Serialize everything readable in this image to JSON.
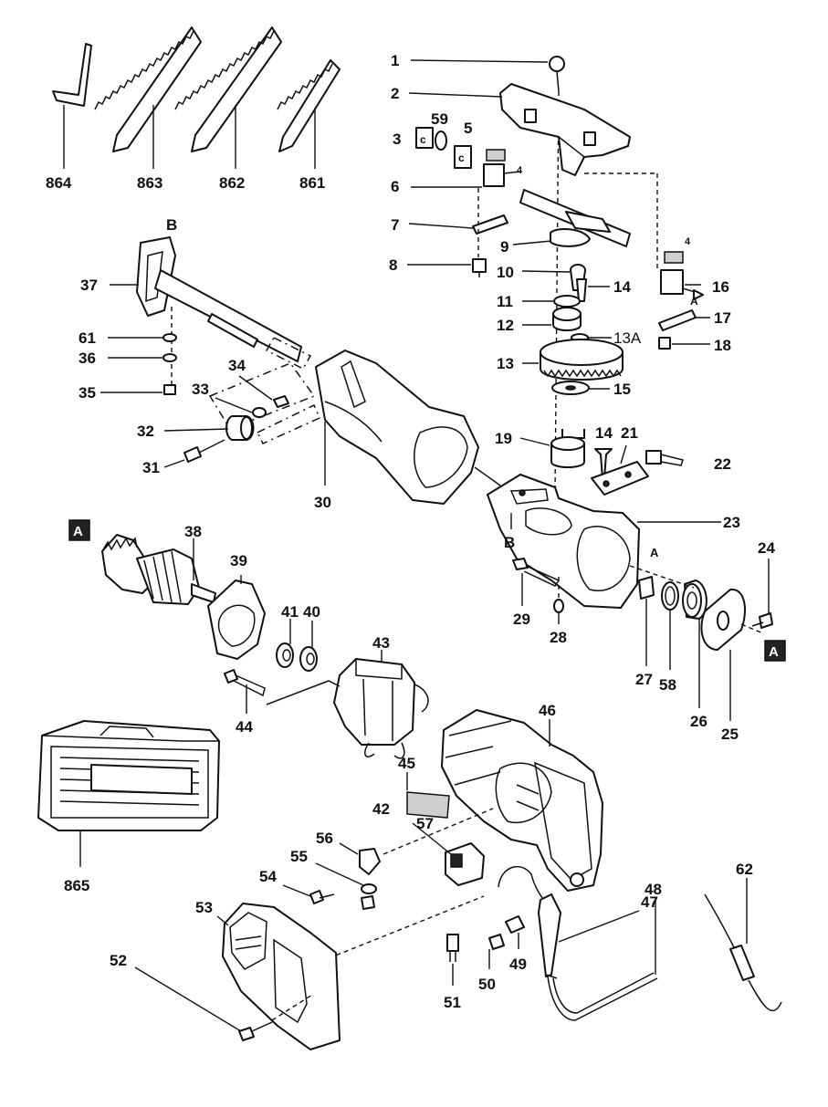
{
  "labels": {
    "l864": "864",
    "l863": "863",
    "l862": "862",
    "l861": "861",
    "l1": "1",
    "l2": "2",
    "l3": "3",
    "l59": "59",
    "l5": "5",
    "l4a": "4",
    "l6": "6",
    "l7": "7",
    "l8": "8",
    "l9": "9",
    "l4b": "4",
    "l16": "16",
    "l10": "10",
    "l14a": "14",
    "l11": "11",
    "l12": "12",
    "l13A": "13A",
    "l17": "17",
    "l18": "18",
    "l13": "13",
    "l15": "15",
    "lB1": "B",
    "l37": "37",
    "l61": "61",
    "l36": "36",
    "l35": "35",
    "l34": "34",
    "l33": "33",
    "l32": "32",
    "l31": "31",
    "l30": "30",
    "l19": "19",
    "l14b": "14",
    "l21": "21",
    "l22": "22",
    "l23": "23",
    "lB2": "B",
    "lA1": "A",
    "l24": "24",
    "lA2": "A",
    "l38": "38",
    "l39": "39",
    "l41": "41",
    "l40": "40",
    "l29": "29",
    "l28": "28",
    "l27": "27",
    "l58": "58",
    "l26": "26",
    "l25": "25",
    "lA3": "A",
    "l43": "43",
    "l44": "44",
    "l46": "46",
    "l45": "45",
    "l42": "42",
    "l57": "57",
    "l56": "56",
    "l55": "55",
    "l54": "54",
    "l53": "53",
    "l52": "52",
    "l51": "51",
    "l50": "50",
    "l49": "49",
    "l47": "47",
    "l48": "48",
    "l62": "62",
    "l865": "865"
  }
}
